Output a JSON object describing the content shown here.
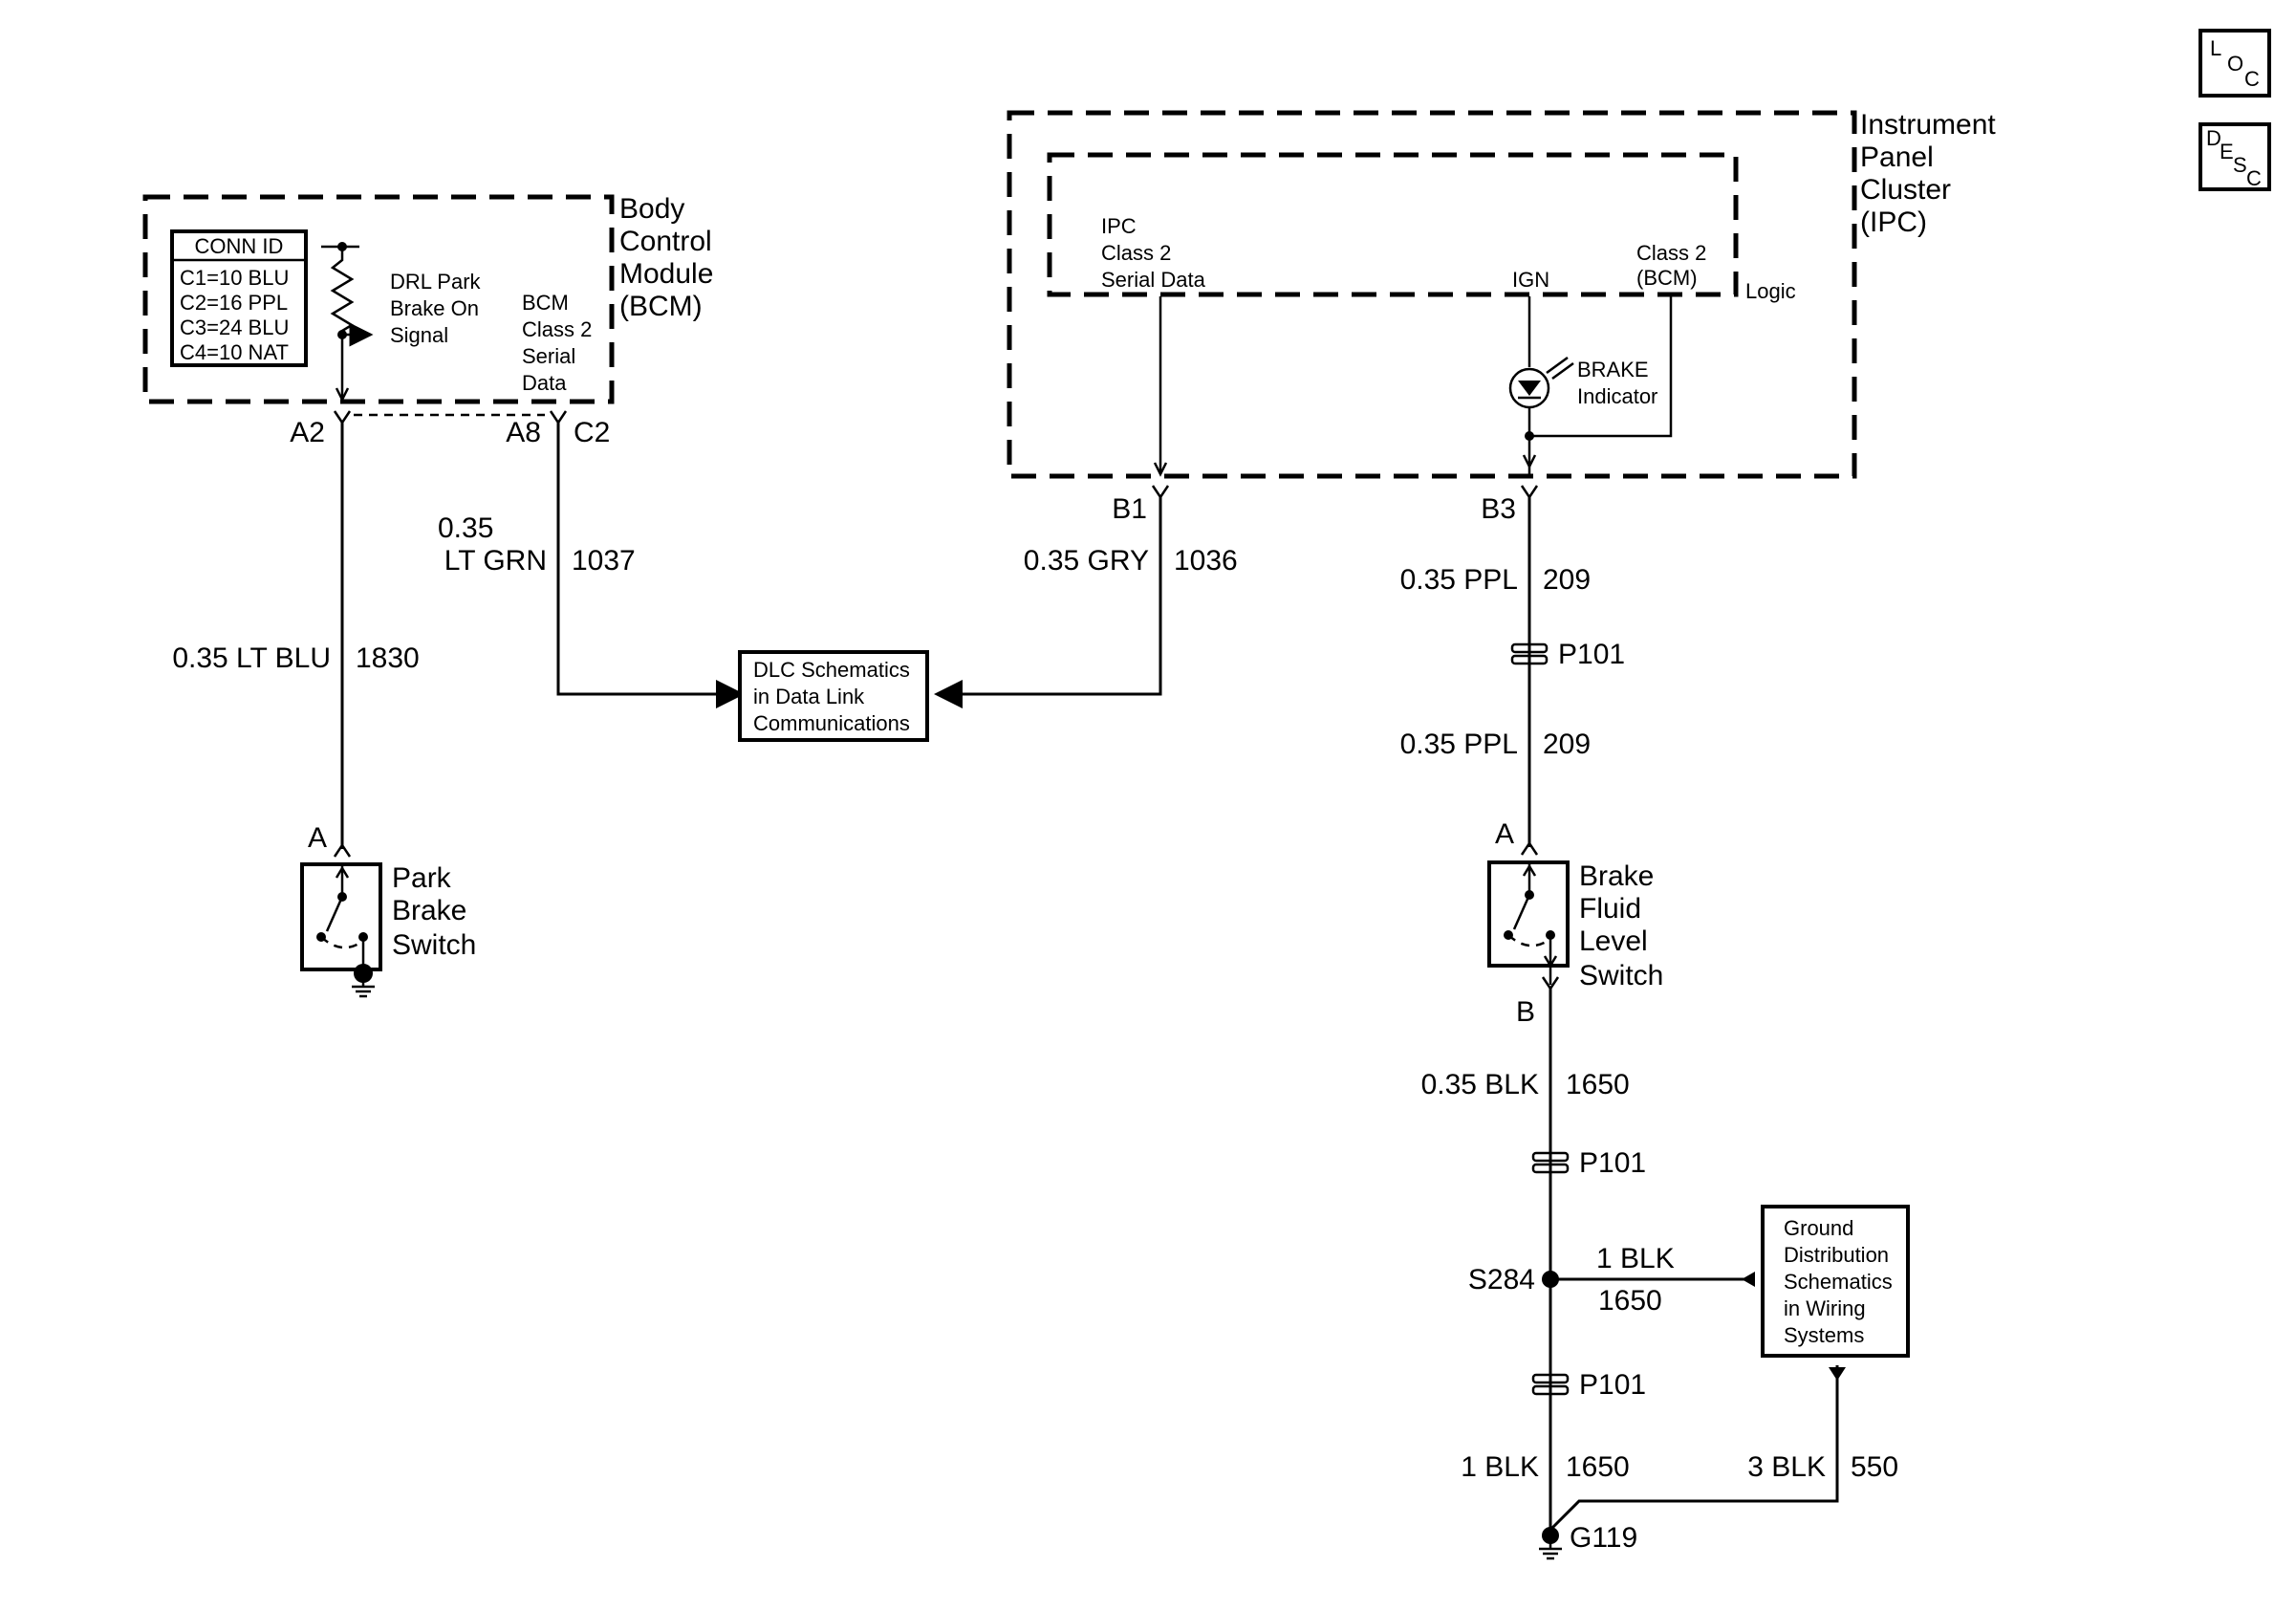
{
  "nav_icons": {
    "loc": {
      "l1": "L",
      "l2": "O",
      "l3": "C"
    },
    "desc": {
      "l1": "D",
      "l2": "E",
      "l3": "S",
      "l4": "C"
    }
  },
  "bcm": {
    "title": [
      "Body",
      "Control",
      "Module",
      "(BCM)"
    ],
    "conn_id": {
      "header": "CONN ID",
      "rows": [
        "C1=10 BLU",
        "C2=16 PPL",
        "C3=24 BLU",
        "C4=10 NAT"
      ]
    },
    "drl_label": [
      "DRL Park",
      "Brake On",
      "Signal"
    ],
    "serial_label": [
      "BCM",
      "Class 2",
      "Serial",
      "Data"
    ],
    "pins": {
      "a2": "A2",
      "a8": "A8",
      "c2": "C2"
    }
  },
  "ipc": {
    "title": [
      "Instrument",
      "Panel",
      "Cluster",
      "(IPC)"
    ],
    "serial_label": [
      "IPC",
      "Class 2",
      "Serial Data"
    ],
    "ign": "IGN",
    "class2_bcm": [
      "Class 2",
      "(BCM)"
    ],
    "logic": "Logic",
    "brake_indicator": [
      "BRAKE",
      "Indicator"
    ],
    "pins": {
      "b1": "B1",
      "b3": "B3"
    }
  },
  "wires": {
    "w1830": {
      "gauge_color": "0.35 LT BLU",
      "circuit": "1830"
    },
    "w1037": {
      "gauge": "0.35",
      "color": "LT GRN",
      "circuit": "1037"
    },
    "w1036": {
      "gauge_color": "0.35 GRY",
      "circuit": "1036"
    },
    "w209a": {
      "gauge_color": "0.35 PPL",
      "circuit": "209"
    },
    "w209b": {
      "gauge_color": "0.35 PPL",
      "circuit": "209"
    },
    "w1650a": {
      "gauge_color": "0.35 BLK",
      "circuit": "1650"
    },
    "w1650b": {
      "gauge_color": "1 BLK",
      "circuit": "1650"
    },
    "w1650c": {
      "gauge_color": "1 BLK",
      "circuit": "1650"
    },
    "w550": {
      "gauge_color": "3 BLK",
      "circuit": "550"
    }
  },
  "connectors": {
    "p101_1": "P101",
    "p101_2": "P101",
    "p101_3": "P101"
  },
  "splice": "S284",
  "ground": "G119",
  "dlc_box": [
    "DLC Schematics",
    "in Data Link",
    "Communications"
  ],
  "ground_box": [
    "Ground",
    "Distribution",
    "Schematics",
    "in Wiring",
    "Systems"
  ],
  "park_brake_switch": {
    "pin": "A",
    "label": [
      "Park",
      "Brake",
      "Switch"
    ]
  },
  "brake_fluid_switch": {
    "pin_a": "A",
    "pin_b": "B",
    "label": [
      "Brake",
      "Fluid",
      "Level",
      "Switch"
    ]
  }
}
